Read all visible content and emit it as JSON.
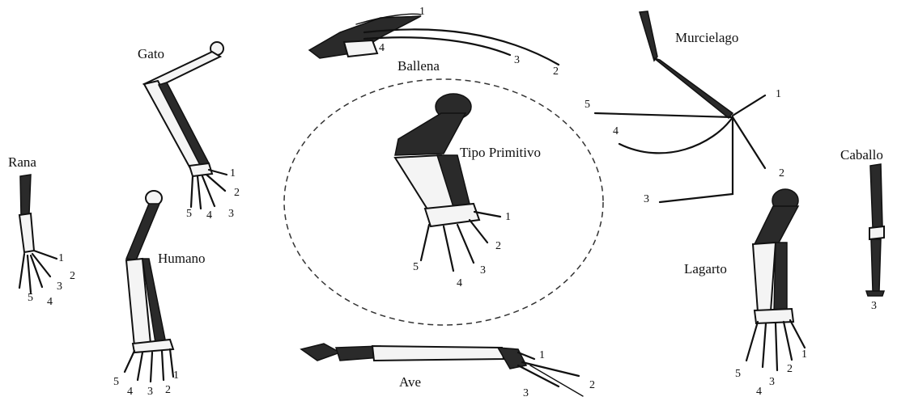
{
  "labels": {
    "primitive": "Tipo Primitivo",
    "whale": "Ballena",
    "bat": "Murcielago",
    "cat": "Gato",
    "frog": "Rana",
    "human": "Humano",
    "horse": "Caballo",
    "lizard": "Lagarto",
    "bird": "Ave"
  },
  "digits": {
    "whale": [
      "1",
      "4",
      "3",
      "2"
    ],
    "bat": [
      "5",
      "1",
      "4",
      "2",
      "3"
    ],
    "cat": [
      "1",
      "2",
      "5",
      "4",
      "3"
    ],
    "frog": [
      "1",
      "2",
      "3",
      "5",
      "4"
    ],
    "human": [
      "1",
      "5",
      "4",
      "3",
      "2"
    ],
    "primitive": [
      "1",
      "2",
      "5",
      "3",
      "4"
    ],
    "horse": [
      "3"
    ],
    "lizard": [
      "1",
      "2",
      "5",
      "3",
      "4"
    ],
    "bird": [
      "1",
      "2",
      "3"
    ]
  }
}
